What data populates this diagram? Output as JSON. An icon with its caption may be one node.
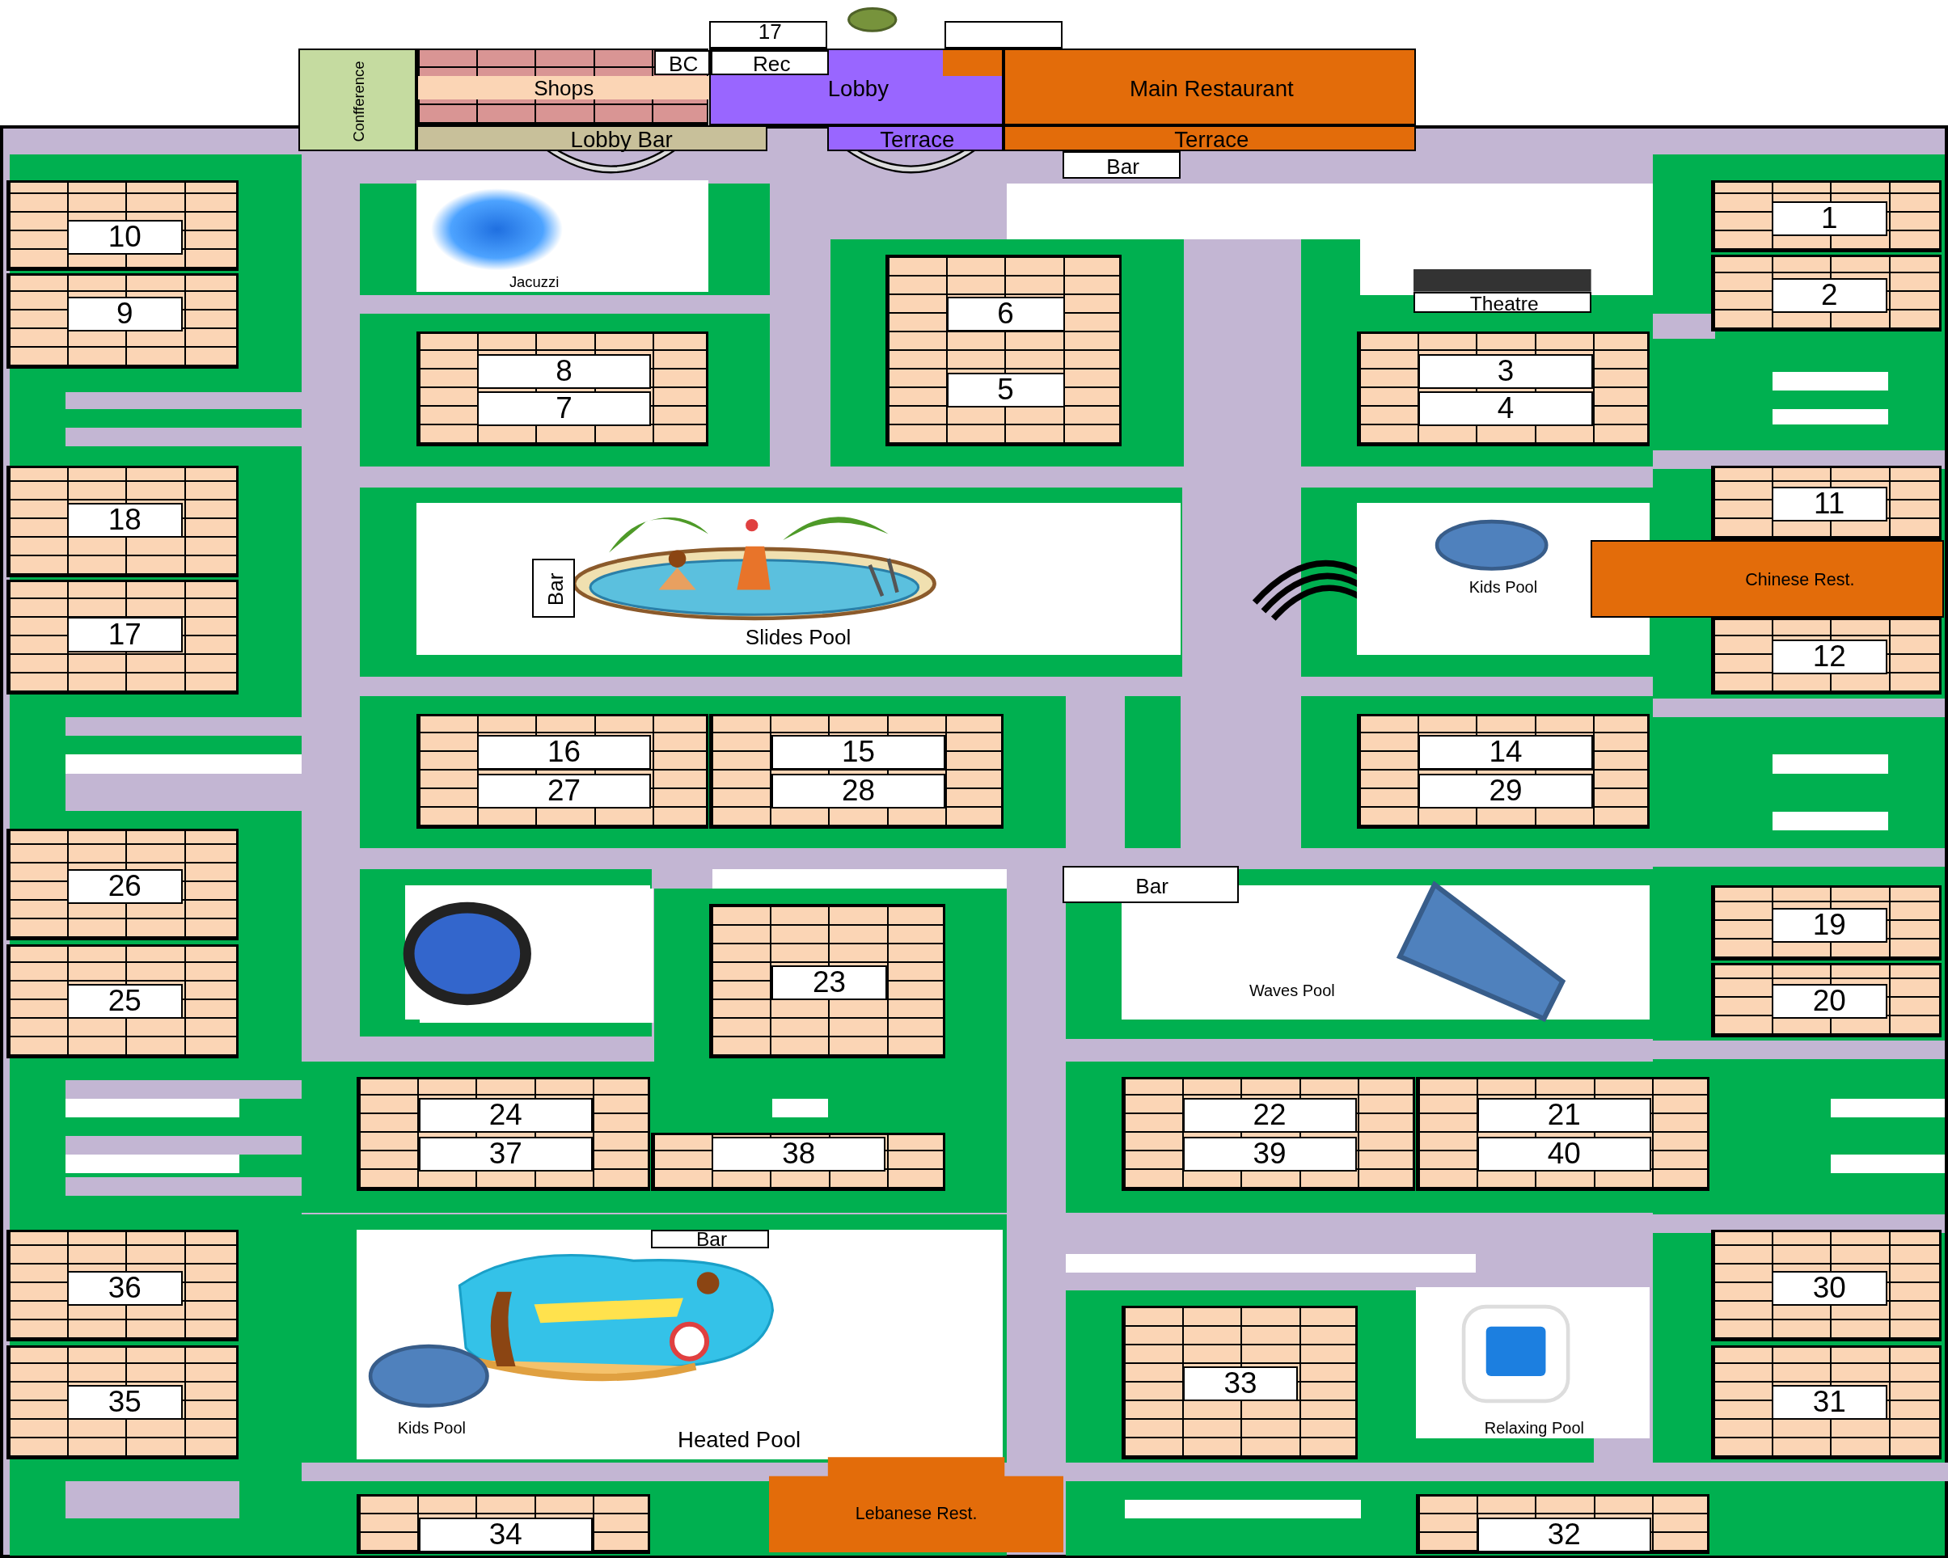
{
  "diagram": {
    "nodes": [
      {
        "text": [
          "Confference"
        ]
      },
      {
        "text": [
          "Shops"
        ]
      },
      {
        "text": [
          "BC"
        ],
        "in": 1
      },
      {
        "text": [
          "17"
        ]
      },
      {
        "text": [
          "Rec"
        ],
        "in": 5
      },
      {
        "text": [
          "Lobby"
        ]
      },
      {
        "text": [
          "Main Restaurant"
        ]
      },
      {
        "text": [
          "Lobby Bar"
        ]
      },
      {
        "text": [
          "Terrace"
        ]
      },
      {
        "text": [
          "Terrace"
        ]
      },
      {
        "text": [
          "Bar"
        ]
      },
      {
        "text": [
          "Jacuzzi"
        ]
      },
      {
        "text": [
          "Theatre"
        ]
      },
      {
        "text": [
          "10"
        ]
      },
      {
        "text": [
          "9"
        ]
      },
      {
        "text": [
          "8",
          "7"
        ]
      },
      {
        "text": [
          "6",
          "5"
        ]
      },
      {
        "text": [
          "3",
          "4"
        ]
      },
      {
        "text": [
          "1"
        ]
      },
      {
        "text": [
          "2"
        ]
      },
      {
        "text": [
          "18"
        ]
      },
      {
        "text": [
          "17"
        ]
      },
      {
        "text": [
          "Slides Pool"
        ]
      },
      {
        "text": [
          "Bar"
        ],
        "in": 22
      },
      {
        "text": [
          "Kids Pool"
        ]
      },
      {
        "text": [
          "11"
        ]
      },
      {
        "text": [
          "Chinese Rest."
        ]
      },
      {
        "text": [
          "12"
        ]
      },
      {
        "text": [
          "16",
          "27"
        ]
      },
      {
        "text": [
          "15",
          "28"
        ]
      },
      {
        "text": [
          "14",
          "29"
        ]
      },
      {
        "text": [
          "26"
        ]
      },
      {
        "text": [
          "25"
        ]
      },
      {
        "text": [
          "Bar"
        ]
      },
      {
        "text": [
          "23"
        ]
      },
      {
        "text": [
          "Waves Pool"
        ]
      },
      {
        "text": [
          "19"
        ]
      },
      {
        "text": [
          "20"
        ]
      },
      {
        "text": [
          "24",
          "37"
        ]
      },
      {
        "text": [
          "38"
        ]
      },
      {
        "text": [
          "22",
          "39"
        ]
      },
      {
        "text": [
          "21",
          "40"
        ]
      },
      {
        "text": [
          "36"
        ]
      },
      {
        "text": [
          "Bar"
        ],
        "in": 44
      },
      {
        "text": [
          "Heated Pool"
        ]
      },
      {
        "text": [
          "Kids Pool"
        ],
        "in": 44
      },
      {
        "text": [
          "35"
        ]
      },
      {
        "text": [
          "33"
        ]
      },
      {
        "text": [
          "Relaxing Pool"
        ]
      },
      {
        "text": [
          "30"
        ]
      },
      {
        "text": [
          "31"
        ]
      },
      {
        "text": [
          "Lebanese Rest."
        ]
      },
      {
        "text": [
          "34"
        ]
      },
      {
        "text": [
          "32"
        ]
      },
      {
        "text": [],
        "shape": "circle"
      },
      {
        "text": [],
        "shape": "box"
      }
    ],
    "edges": []
  }
}
